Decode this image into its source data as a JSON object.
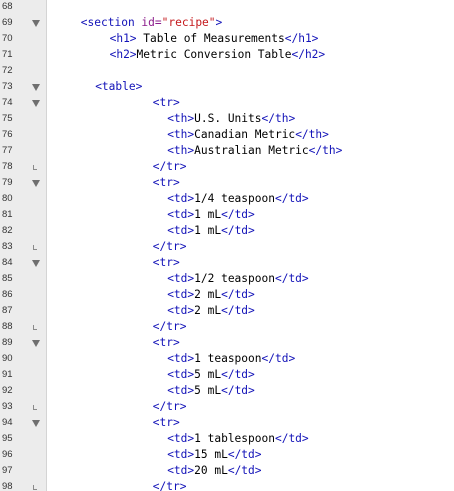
{
  "editor": {
    "lines": [
      {
        "num": "68",
        "fold": "none",
        "indent": 0,
        "segments": []
      },
      {
        "num": "69",
        "fold": "open",
        "indent": 1,
        "segments": [
          {
            "cls": "tag",
            "text": "<section "
          },
          {
            "cls": "attr",
            "text": "id="
          },
          {
            "cls": "val",
            "text": "\"recipe\""
          },
          {
            "cls": "tag",
            "text": ">"
          }
        ]
      },
      {
        "num": "70",
        "fold": "none",
        "indent": 2,
        "segments": [
          {
            "cls": "tag",
            "text": "<h1>"
          },
          {
            "cls": "txt",
            "text": " Table of Measurements"
          },
          {
            "cls": "tag",
            "text": "</h1>"
          }
        ]
      },
      {
        "num": "71",
        "fold": "none",
        "indent": 2,
        "segments": [
          {
            "cls": "tag",
            "text": "<h2>"
          },
          {
            "cls": "txt",
            "text": "Metric Conversion Table"
          },
          {
            "cls": "tag",
            "text": "</h2>"
          }
        ]
      },
      {
        "num": "72",
        "fold": "none",
        "indent": 0,
        "segments": []
      },
      {
        "num": "73",
        "fold": "open",
        "indent": 1.5,
        "segments": [
          {
            "cls": "tag",
            "text": "<table>"
          }
        ]
      },
      {
        "num": "74",
        "fold": "open",
        "indent": 3.5,
        "segments": [
          {
            "cls": "tag",
            "text": "<tr>"
          }
        ]
      },
      {
        "num": "75",
        "fold": "none",
        "indent": 4,
        "segments": [
          {
            "cls": "tag",
            "text": "<th>"
          },
          {
            "cls": "txt",
            "text": "U.S. Units"
          },
          {
            "cls": "tag",
            "text": "</th>"
          }
        ]
      },
      {
        "num": "76",
        "fold": "none",
        "indent": 4,
        "segments": [
          {
            "cls": "tag",
            "text": "<th>"
          },
          {
            "cls": "txt",
            "text": "Canadian Metric"
          },
          {
            "cls": "tag",
            "text": "</th>"
          }
        ]
      },
      {
        "num": "77",
        "fold": "none",
        "indent": 4,
        "segments": [
          {
            "cls": "tag",
            "text": "<th>"
          },
          {
            "cls": "txt",
            "text": "Australian Metric"
          },
          {
            "cls": "tag",
            "text": "</th>"
          }
        ]
      },
      {
        "num": "78",
        "fold": "end",
        "indent": 3.5,
        "segments": [
          {
            "cls": "tag",
            "text": "</tr>"
          }
        ]
      },
      {
        "num": "79",
        "fold": "open",
        "indent": 3.5,
        "segments": [
          {
            "cls": "tag",
            "text": "<tr>"
          }
        ]
      },
      {
        "num": "80",
        "fold": "none",
        "indent": 4,
        "segments": [
          {
            "cls": "tag",
            "text": "<td>"
          },
          {
            "cls": "txt",
            "text": "1/4 teaspoon"
          },
          {
            "cls": "tag",
            "text": "</td>"
          }
        ]
      },
      {
        "num": "81",
        "fold": "none",
        "indent": 4,
        "segments": [
          {
            "cls": "tag",
            "text": "<td>"
          },
          {
            "cls": "txt",
            "text": "1 mL"
          },
          {
            "cls": "tag",
            "text": "</td>"
          }
        ]
      },
      {
        "num": "82",
        "fold": "none",
        "indent": 4,
        "segments": [
          {
            "cls": "tag",
            "text": "<td>"
          },
          {
            "cls": "txt",
            "text": "1 mL"
          },
          {
            "cls": "tag",
            "text": "</td>"
          }
        ]
      },
      {
        "num": "83",
        "fold": "end",
        "indent": 3.5,
        "segments": [
          {
            "cls": "tag",
            "text": "</tr>"
          }
        ]
      },
      {
        "num": "84",
        "fold": "open",
        "indent": 3.5,
        "segments": [
          {
            "cls": "tag",
            "text": "<tr>"
          }
        ]
      },
      {
        "num": "85",
        "fold": "none",
        "indent": 4,
        "segments": [
          {
            "cls": "tag",
            "text": "<td>"
          },
          {
            "cls": "txt",
            "text": "1/2 teaspoon"
          },
          {
            "cls": "tag",
            "text": "</td>"
          }
        ]
      },
      {
        "num": "86",
        "fold": "none",
        "indent": 4,
        "segments": [
          {
            "cls": "tag",
            "text": "<td>"
          },
          {
            "cls": "txt",
            "text": "2 mL"
          },
          {
            "cls": "tag",
            "text": "</td>"
          }
        ]
      },
      {
        "num": "87",
        "fold": "none",
        "indent": 4,
        "segments": [
          {
            "cls": "tag",
            "text": "<td>"
          },
          {
            "cls": "txt",
            "text": "2 mL"
          },
          {
            "cls": "tag",
            "text": "</td>"
          }
        ]
      },
      {
        "num": "88",
        "fold": "end",
        "indent": 3.5,
        "segments": [
          {
            "cls": "tag",
            "text": "</tr>"
          }
        ]
      },
      {
        "num": "89",
        "fold": "open",
        "indent": 3.5,
        "segments": [
          {
            "cls": "tag",
            "text": "<tr>"
          }
        ]
      },
      {
        "num": "90",
        "fold": "none",
        "indent": 4,
        "segments": [
          {
            "cls": "tag",
            "text": "<td>"
          },
          {
            "cls": "txt",
            "text": "1 teaspoon"
          },
          {
            "cls": "tag",
            "text": "</td>"
          }
        ]
      },
      {
        "num": "91",
        "fold": "none",
        "indent": 4,
        "segments": [
          {
            "cls": "tag",
            "text": "<td>"
          },
          {
            "cls": "txt",
            "text": "5 mL"
          },
          {
            "cls": "tag",
            "text": "</td>"
          }
        ]
      },
      {
        "num": "92",
        "fold": "none",
        "indent": 4,
        "segments": [
          {
            "cls": "tag",
            "text": "<td>"
          },
          {
            "cls": "txt",
            "text": "5 mL"
          },
          {
            "cls": "tag",
            "text": "</td>"
          }
        ]
      },
      {
        "num": "93",
        "fold": "end",
        "indent": 3.5,
        "segments": [
          {
            "cls": "tag",
            "text": "</tr>"
          }
        ]
      },
      {
        "num": "94",
        "fold": "open",
        "indent": 3.5,
        "segments": [
          {
            "cls": "tag",
            "text": "<tr>"
          }
        ]
      },
      {
        "num": "95",
        "fold": "none",
        "indent": 4,
        "segments": [
          {
            "cls": "tag",
            "text": "<td>"
          },
          {
            "cls": "txt",
            "text": "1 tablespoon"
          },
          {
            "cls": "tag",
            "text": "</td>"
          }
        ]
      },
      {
        "num": "96",
        "fold": "none",
        "indent": 4,
        "segments": [
          {
            "cls": "tag",
            "text": "<td>"
          },
          {
            "cls": "txt",
            "text": "15 mL"
          },
          {
            "cls": "tag",
            "text": "</td>"
          }
        ]
      },
      {
        "num": "97",
        "fold": "none",
        "indent": 4,
        "segments": [
          {
            "cls": "tag",
            "text": "<td>"
          },
          {
            "cls": "txt",
            "text": "20 mL"
          },
          {
            "cls": "tag",
            "text": "</td>"
          }
        ]
      },
      {
        "num": "98",
        "fold": "end",
        "indent": 3.5,
        "segments": [
          {
            "cls": "tag",
            "text": "</tr>"
          }
        ]
      }
    ]
  },
  "colors": {
    "tag": "#1212b8",
    "attr": "#8b1c8b",
    "value": "#c4181c",
    "text": "#000000",
    "gutter": "#ececec"
  },
  "icons": {
    "fold_open": "fold-triangle-down-icon",
    "fold_end": "fold-end-marker-icon"
  }
}
